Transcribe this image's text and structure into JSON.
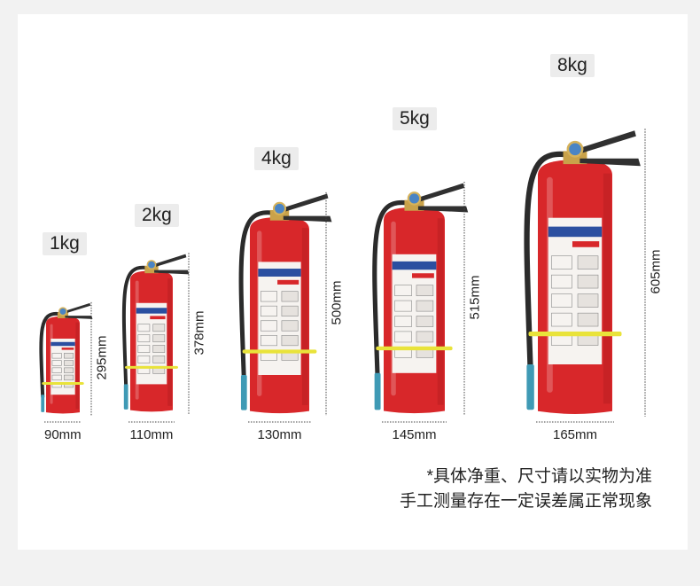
{
  "colors": {
    "extinguisher_red": "#d8272a",
    "extinguisher_dark_red": "#a81a1d",
    "label_white": "#f6f3f0",
    "label_blue": "#2b4fa0",
    "band_yellow": "#e9e33a",
    "nozzle_blue": "#3f9ab5",
    "hose_black": "#2b2b2b"
  },
  "extinguishers": [
    {
      "weight": "1kg",
      "height_label": "295mm",
      "width_label": "90mm",
      "height_mm": 295,
      "width_mm": 90
    },
    {
      "weight": "2kg",
      "height_label": "378mm",
      "width_label": "110mm",
      "height_mm": 378,
      "width_mm": 110
    },
    {
      "weight": "4kg",
      "height_label": "500mm",
      "width_label": "130mm",
      "height_mm": 500,
      "width_mm": 130
    },
    {
      "weight": "5kg",
      "height_label": "515mm",
      "width_label": "145mm",
      "height_mm": 515,
      "width_mm": 145
    },
    {
      "weight": "8kg",
      "height_label": "605mm",
      "width_label": "165mm",
      "height_mm": 605,
      "width_mm": 165
    }
  ],
  "note": {
    "line1": "*具体净重、尺寸请以实物为准",
    "line2": "手工测量存在一定误差属正常现象"
  }
}
